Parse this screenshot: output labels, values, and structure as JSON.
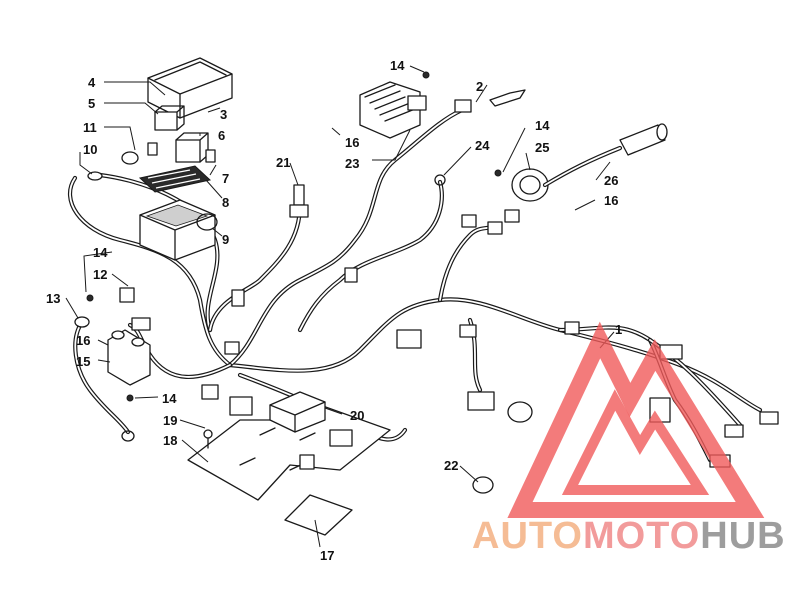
{
  "diagram": {
    "callouts": [
      "1",
      "2",
      "3",
      "4",
      "5",
      "6",
      "7",
      "8",
      "9",
      "10",
      "11",
      "12",
      "13",
      "14",
      "14",
      "14",
      "14",
      "15",
      "16",
      "16",
      "16",
      "17",
      "18",
      "19",
      "20",
      "21",
      "22",
      "23",
      "24",
      "25",
      "26"
    ]
  },
  "watermark": {
    "part1": "AUTO",
    "part2": "MOTO",
    "part3": "HUB",
    "colors": {
      "auto": "#f4b183",
      "moto": "#f08a8a",
      "hub": "#8c8c8c",
      "triangle": "#f05a5a"
    }
  }
}
